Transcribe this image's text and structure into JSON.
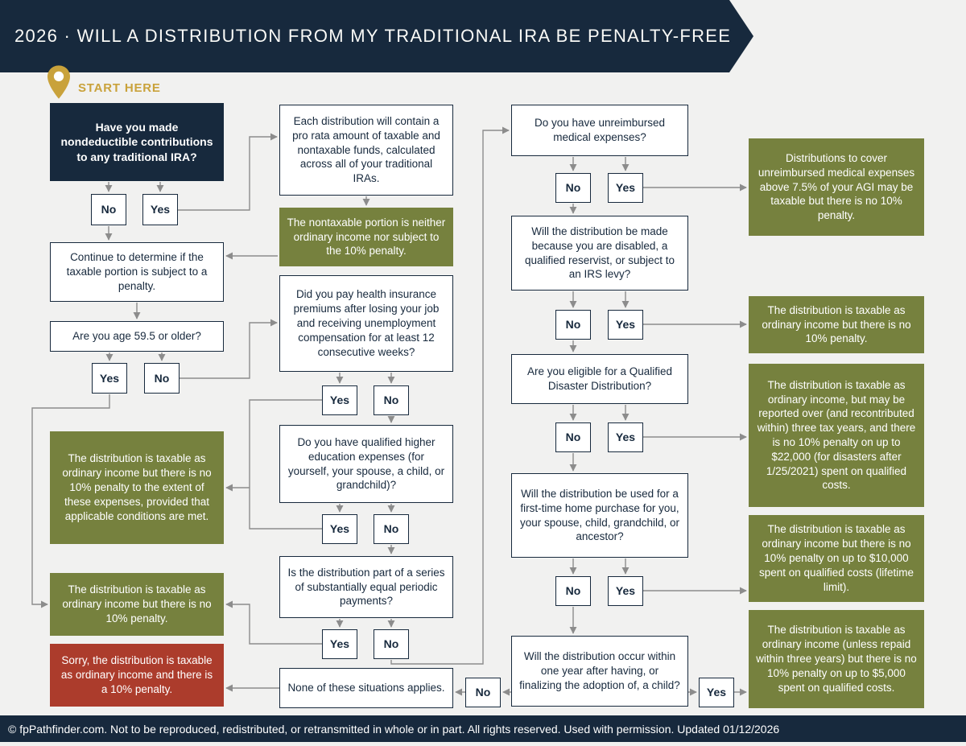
{
  "header": {
    "title": "2026 · WILL A DISTRIBUTION FROM MY TRADITIONAL IRA BE PENALTY-FREE?"
  },
  "start": {
    "label": "START HERE"
  },
  "labels": {
    "yes": "Yes",
    "no": "No"
  },
  "colors": {
    "navy": "#17293D",
    "olive": "#76813E",
    "red": "#AC3C2C",
    "gold": "#C9A23B",
    "line_gray": "#8C8C8C",
    "background": "#F1F1F0"
  },
  "flowchart": {
    "questions": {
      "nondeductible": "Have you made nondeductible contributions to any traditional IRA?",
      "age": "Are you age 59.5 or older?",
      "health_premiums": "Did you pay health insurance premiums after losing your job and receiving unemployment compensation for at least 12 consecutive weeks?",
      "education": "Do you have qualified higher education expenses (for yourself, your spouse, a child, or grandchild)?",
      "sepp": "Is the distribution part of a series of substantially equal periodic payments?",
      "medical": "Do you have unreimbursed medical expenses?",
      "disabled": "Will the distribution be made because you are disabled, a qualified reservist, or subject to an IRS levy?",
      "disaster": "Are you eligible for a Qualified Disaster Distribution?",
      "home": "Will the distribution be used for a first-time home purchase for you, your spouse, child, grandchild, or ancestor?",
      "adoption": "Will the distribution occur within one year after having, or finalizing the adoption of, a child?"
    },
    "info": {
      "pro_rata": "Each distribution will contain a pro rata amount of taxable and nontaxable funds, calculated across all of your traditional IRAs.",
      "continue": "Continue to determine if the taxable portion is subject to a penalty.",
      "none_applies": "None of these situations applies."
    },
    "results": {
      "nontaxable": "The nontaxable portion is neither ordinary income nor subject to the 10% penalty.",
      "expenses_conditional": "The distribution is taxable as ordinary income but there is no 10% penalty to the extent of these expenses, provided that applicable conditions are met.",
      "no_penalty": "The distribution is taxable as ordinary income but there is no 10% penalty.",
      "penalty": "Sorry, the distribution is taxable as ordinary income and there is a 10% penalty.",
      "medical": "Distributions to cover unreimbursed medical expenses above 7.5% of your AGI may be taxable but there is no 10% penalty.",
      "disabled": "The distribution is taxable as ordinary income but there is no 10% penalty.",
      "disaster": "The distribution is taxable as ordinary income, but may be reported over (and recontributed within) three tax years, and there is no 10% penalty on up to $22,000 (for disasters after 1/25/2021) spent on qualified costs.",
      "home": "The distribution is taxable as ordinary income but there is no 10% penalty on up to $10,000 spent on qualified costs (lifetime limit).",
      "adoption": "The distribution is taxable as ordinary income (unless repaid within three years) but there is no 10% penalty on up to $5,000 spent on qualified costs."
    }
  },
  "footer": {
    "text": "© fpPathfinder.com. Not to be reproduced, redistributed, or retransmitted in whole or in part. All rights reserved. Used with permission. Updated 01/12/2026"
  }
}
